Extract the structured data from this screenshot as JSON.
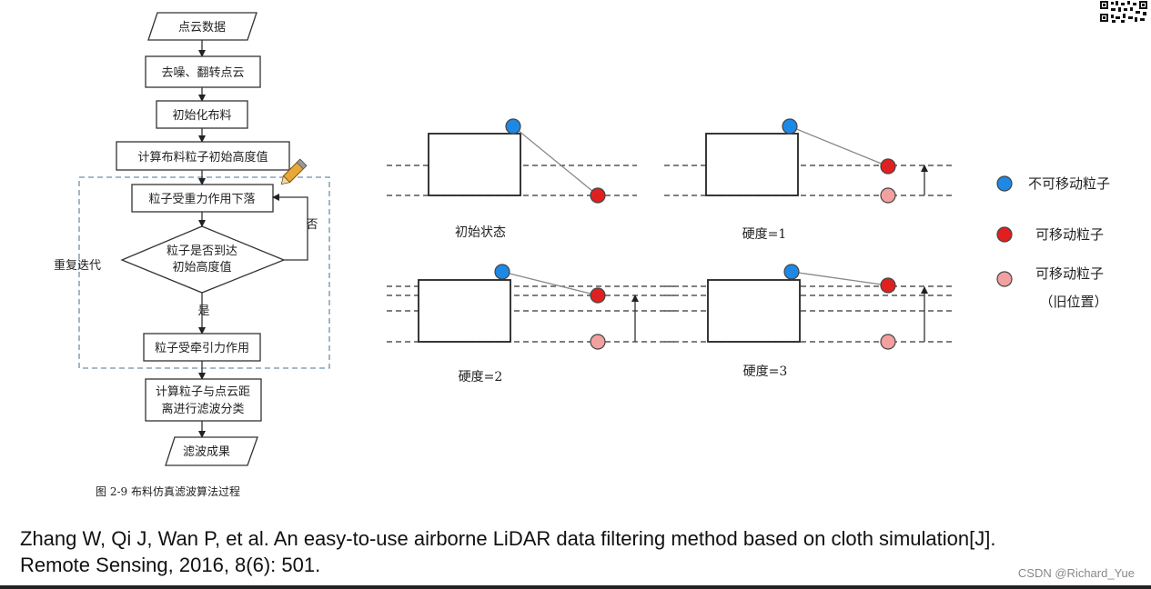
{
  "flowchart": {
    "start": "点云数据",
    "denoise": "去噪、翻转点云",
    "init_cloth": "初始化布料",
    "init_height": "计算布料粒子初始高度值",
    "gravity": "粒子受重力作用下落",
    "decision_line1": "粒子是否到达",
    "decision_line2": "初始高度值",
    "no_label": "否",
    "yes_label": "是",
    "tension": "粒子受牵引力作用",
    "classify_line1": "计算粒子与点云距",
    "classify_line2": "离进行滤波分类",
    "end": "滤波成果",
    "loop_label": "重复迭代",
    "caption": "图 2-9  布料仿真滤波算法过程"
  },
  "panels": {
    "initial": "初始状态",
    "rigidness1": "硬度=1",
    "rigidness2": "硬度=2",
    "rigidness3": "硬度=3"
  },
  "legend": {
    "immovable": "不可移动粒子",
    "movable": "可移动粒子",
    "old_line1": "可移动粒子",
    "old_line2": "（旧位置）"
  },
  "colors": {
    "immovable": "#1e88e5",
    "movable": "#e02020",
    "old": "#f2a0a0",
    "dashed_box": "#6f8fa6"
  },
  "citation": {
    "line1": "Zhang W, Qi J, Wan P, et al. An easy-to-use airborne LiDAR data filtering method based on cloth simulation[J].",
    "line2": "Remote Sensing, 2016, 8(6): 501."
  },
  "watermark": "CSDN @Richard_Yue"
}
